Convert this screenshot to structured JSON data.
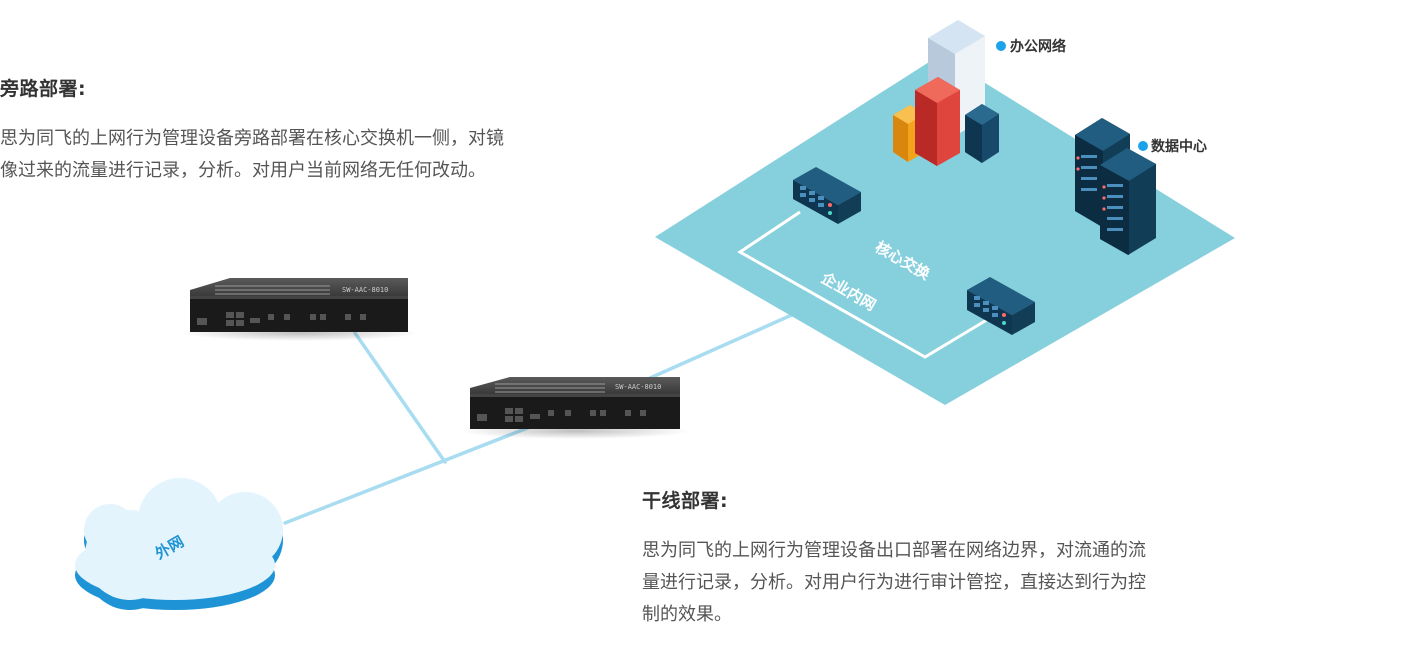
{
  "bypass": {
    "title": "旁路部署:",
    "lines": [
      "思为同飞的上网行为管理设备旁路部署在核心交换机一侧，对镜",
      "像过来的流量进行记录，分析。对用户当前网络无任何改动。"
    ]
  },
  "inline": {
    "title": "干线部署:",
    "lines": [
      "思为同飞的上网行为管理设备出口部署在网络边界，对流通的流",
      "量进行记录，分析。对用户行为进行审计管控，直接达到行为控",
      "制的效果。"
    ]
  },
  "diagram": {
    "office_label": "办公网络",
    "datacenter_label": "数据中心",
    "core_switch_label": "核心交换",
    "intranet_label": "企业内网",
    "internet_label": "外网",
    "device_model_text": "SW-AAC-8010",
    "colors": {
      "platform": "#86cfdc",
      "link": "#a8dcf0",
      "cloud": "#e3f4fc",
      "cloud_edge": "#1e93d6",
      "legend_dot": "#1aa3e8",
      "server_dark": "#123d57",
      "building_red": "#e0453d",
      "building_orange": "#f3a21c",
      "building_light": "#e7eef6"
    }
  }
}
